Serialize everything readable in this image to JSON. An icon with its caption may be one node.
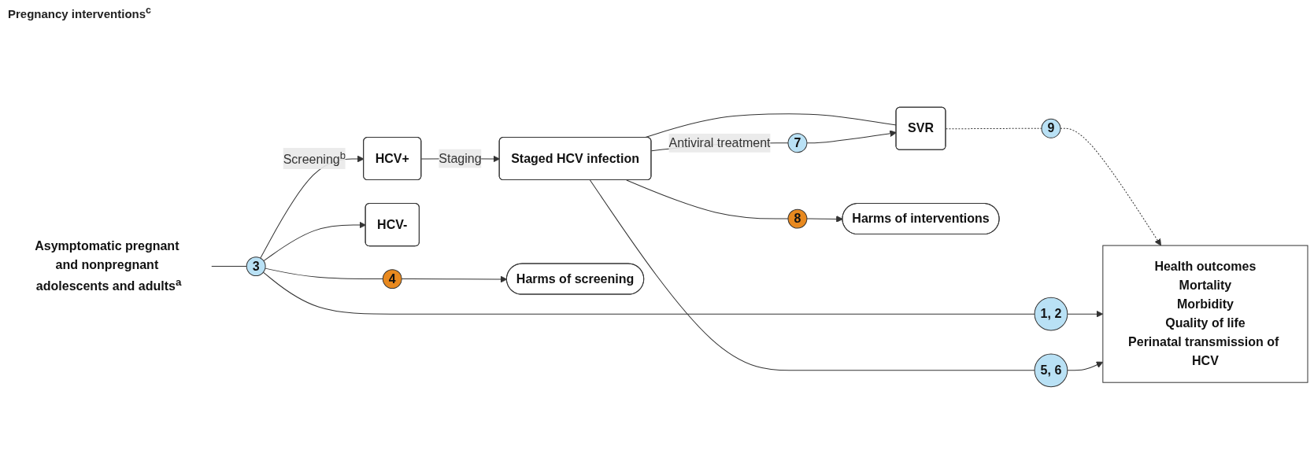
{
  "diagram": {
    "nodes": [
      {
        "text": [
          "Asymptomatic pregnant and nonpregnant adolescents and adults$^{a}$"
        ]
      },
      {
        "text": [
          "3"
        ]
      },
      {
        "text": [
          "HCV+"
        ]
      },
      {
        "text": [
          "HCV-"
        ]
      },
      {
        "text": [
          "Staged HCV infection"
        ]
      },
      {
        "text": [
          "SVR"
        ]
      },
      {
        "text": [
          "9"
        ]
      },
      {
        "text": [
          "Health outcomes",
          "Mortality",
          "Morbidity",
          "Quality of life",
          "Perinatal transmission of HCV"
        ]
      },
      {
        "text": [
          "1, 2"
        ]
      },
      {
        "text": [
          "4"
        ]
      },
      {
        "text": [
          "Harms of screening"
        ]
      },
      {
        "text": [
          "8"
        ]
      },
      {
        "text": [
          "Harms of interventions"
        ]
      },
      {
        "text": [
          "7"
        ]
      },
      {
        "text": [
          "5, 6"
        ]
      }
    ],
    "edges": [
      {
        "from": 0,
        "to": 1,
        "arrow": "none"
      },
      {
        "from": 1,
        "to": 2,
        "arrow": "to",
        "label": "Screening$^{b}$"
      },
      {
        "from": 1,
        "to": 3,
        "arrow": "to"
      },
      {
        "from": 2,
        "to": 4,
        "arrow": "to",
        "label": "Staging"
      },
      {
        "from": 4,
        "to": 5,
        "arrow": "none"
      },
      {
        "from": 5,
        "to": 6,
        "arrow": "none",
        "style": "dashed"
      },
      {
        "from": 6,
        "to": 7,
        "arrow": "to",
        "style": "dashed"
      },
      {
        "from": 1,
        "to": 8,
        "arrow": "none"
      },
      {
        "from": 8,
        "to": 7,
        "arrow": "to"
      },
      {
        "from": 1,
        "to": 9,
        "arrow": "none"
      },
      {
        "from": 9,
        "to": 10,
        "arrow": "to"
      },
      {
        "from": 4,
        "to": 11,
        "arrow": "none"
      },
      {
        "from": 11,
        "to": 12,
        "arrow": "to"
      },
      {
        "from": 4,
        "to": 13,
        "arrow": "none",
        "label": "Antiviral treatment"
      },
      {
        "from": 13,
        "to": 5,
        "arrow": "to"
      },
      {
        "from": 4,
        "to": 14,
        "arrow": "none"
      },
      {
        "from": 14,
        "to": 7,
        "arrow": "to"
      }
    ],
    "labels": [
      "Pregnancy interventions$^{c}$"
    ]
  }
}
